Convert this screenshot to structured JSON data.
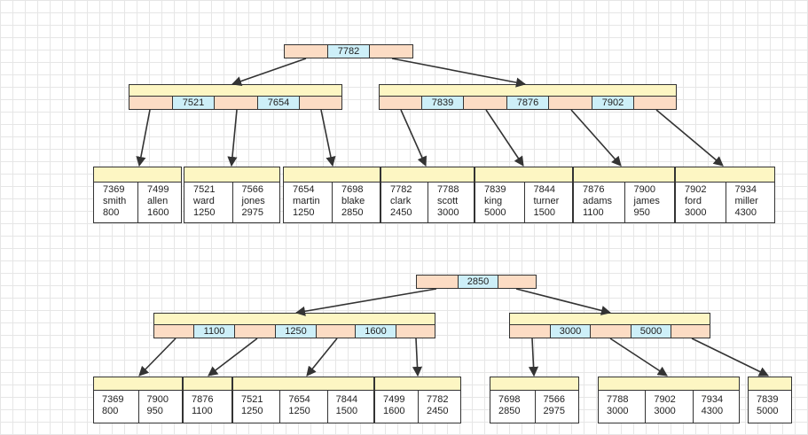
{
  "tree1": {
    "root": [
      "7782"
    ],
    "inner_left": [
      "7521",
      "7654"
    ],
    "inner_right": [
      "7839",
      "7876",
      "7902"
    ],
    "leaves": [
      [
        [
          "7369",
          "smith",
          "800"
        ],
        [
          "7499",
          "allen",
          "1600"
        ]
      ],
      [
        [
          "7521",
          "ward",
          "1250"
        ],
        [
          "7566",
          "jones",
          "2975"
        ]
      ],
      [
        [
          "7654",
          "martin",
          "1250"
        ],
        [
          "7698",
          "blake",
          "2850"
        ]
      ],
      [
        [
          "7782",
          "clark",
          "2450"
        ],
        [
          "7788",
          "scott",
          "3000"
        ]
      ],
      [
        [
          "7839",
          "king",
          "5000"
        ],
        [
          "7844",
          "turner",
          "1500"
        ]
      ],
      [
        [
          "7876",
          "adams",
          "1100"
        ],
        [
          "7900",
          "james",
          "950"
        ]
      ],
      [
        [
          "7902",
          "ford",
          "3000"
        ],
        [
          "7934",
          "miller",
          "4300"
        ]
      ]
    ]
  },
  "tree2": {
    "root": [
      "2850"
    ],
    "inner_left": [
      "1100",
      "1250",
      "1600"
    ],
    "inner_right": [
      "3000",
      "5000"
    ],
    "leaves": [
      [
        [
          "7369",
          "800"
        ],
        [
          "7900",
          "950"
        ]
      ],
      [
        [
          "7876",
          "1100"
        ]
      ],
      [
        [
          "7521",
          "1250"
        ],
        [
          "7654",
          "1250"
        ],
        [
          "7844",
          "1500"
        ]
      ],
      [
        [
          "7499",
          "1600"
        ],
        [
          "7782",
          "2450"
        ]
      ],
      [
        [
          "7698",
          "2850"
        ],
        [
          "7566",
          "2975"
        ]
      ],
      [
        [
          "7788",
          "3000"
        ],
        [
          "7902",
          "3000"
        ],
        [
          "7934",
          "4300"
        ]
      ],
      [
        [
          "7839",
          "5000"
        ]
      ]
    ]
  },
  "colors": {
    "strip": "#fdf6c3",
    "key_bar": "#fcdcc4",
    "key_cell": "#cdeff8",
    "line": "#333333"
  }
}
